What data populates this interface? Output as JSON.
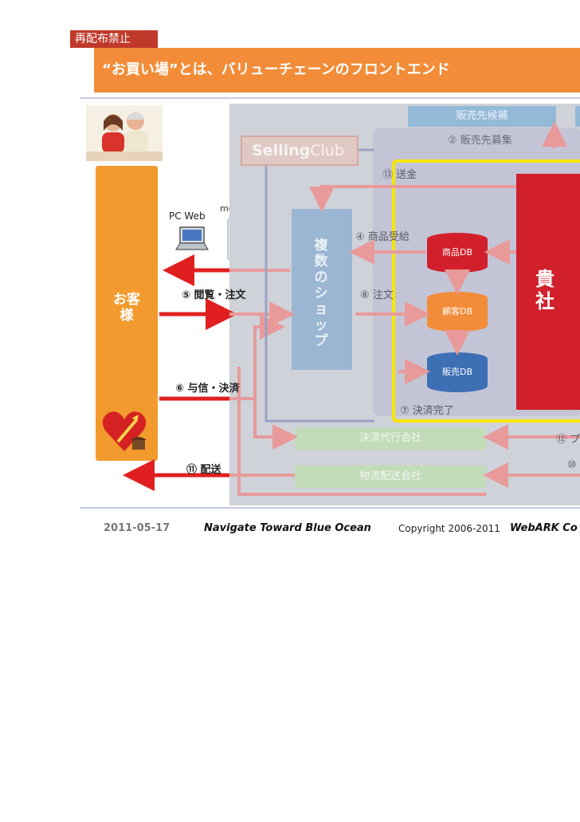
{
  "badge": "再配布禁止",
  "title": "“お買い場”とは、バリューチェーンのフロントエンド",
  "customer_label": "お客様",
  "pc_web": "PC Web",
  "mobile": "mobile",
  "selling_club": {
    "part1": "Selling",
    "part2": "Club"
  },
  "shops": "複数のショップ",
  "company": "貴社",
  "candidate_top": "販売先候補",
  "steps": {
    "recruit": "② 販売先募集",
    "remit": "⑬ 送金",
    "supply": "④ 商品受給",
    "browse": "⑤ 閲覧・注文",
    "order": "⑧ 注文",
    "credit": "⑥ 与信・決済",
    "settled": "⑦ 決済完了",
    "ship": "⑪ 配送",
    "s12": "⑫ プ",
    "s10": "⑩"
  },
  "db": {
    "product": "商品DB",
    "customer": "顧客DB",
    "sales": "販売DB"
  },
  "payment_agent": "決済代行会社",
  "logistics": "物流配送会社",
  "footer": {
    "date": "2011-05-17",
    "tagline": "Navigate Toward Blue Ocean",
    "copyright": "Copyright 2006-2011",
    "company": "WebARK Co"
  },
  "colors": {
    "orange": "#f28c38",
    "red": "#e02020",
    "yellow": "#f7e600",
    "blue": "#3d6fb5"
  }
}
